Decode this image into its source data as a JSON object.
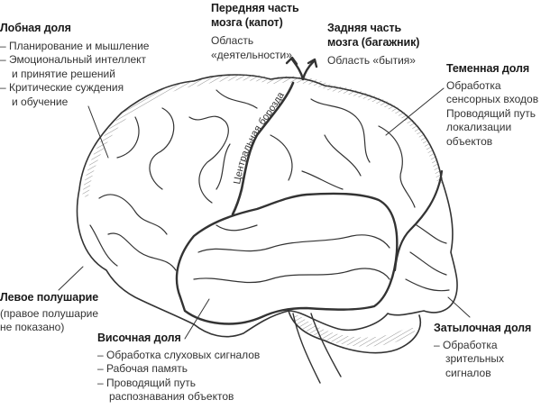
{
  "frontal": {
    "title": "Лобная доля",
    "items": [
      "– Планирование и мышление",
      "– Эмоциональный интеллект",
      "и принятие решений",
      "– Критические суждения",
      "и обучение"
    ]
  },
  "front_part": {
    "title_1": "Передняя часть",
    "title_2": "мозга (капот)",
    "desc_1": "Область",
    "desc_2": "«деятельности»"
  },
  "back_part": {
    "title_1": "Задняя часть",
    "title_2": "мозга (багажник)",
    "desc": "Область «бытия»"
  },
  "parietal": {
    "title": "Теменная доля",
    "items": [
      "Обработка",
      "сенсорных входов",
      "Проводящий путь",
      "локализации",
      "объектов"
    ]
  },
  "central_sulcus": {
    "label": "Центральная борозда"
  },
  "left_hemisphere": {
    "title": "Левое полушарие",
    "desc_1": "(правое полушарие",
    "desc_2": "не показано)"
  },
  "temporal": {
    "title": "Височная доля",
    "items": [
      "– Обработка слуховых сигналов",
      "– Рабочая память",
      "– Проводящий путь",
      "распознавания объектов"
    ]
  },
  "occipital": {
    "title": "Затылочная доля",
    "items": [
      "– Обработка",
      "зрительных",
      "сигналов"
    ]
  },
  "colors": {
    "line": "#333333",
    "text": "#333333",
    "background": "#ffffff"
  }
}
